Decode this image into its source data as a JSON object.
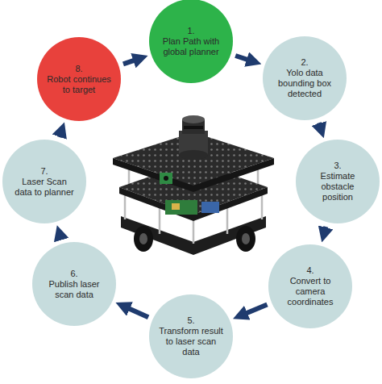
{
  "diagram": {
    "nodes": [
      {
        "text": [
          "1.",
          "Plan Path with global planner"
        ]
      },
      {
        "text": [
          "2.",
          "Yolo data bounding box detected"
        ]
      },
      {
        "text": [
          "3.",
          "Estimate obstacle position"
        ]
      },
      {
        "text": [
          "4.",
          "Convert to camera coordinates"
        ]
      },
      {
        "text": [
          "5.",
          "Transform result to laser scan data"
        ]
      },
      {
        "text": [
          "6.",
          "Publish laser scan data"
        ]
      },
      {
        "text": [
          "7.",
          "Laser Scan data to planner"
        ]
      },
      {
        "text": [
          "8.",
          "Robot continues to target"
        ]
      }
    ],
    "edges": [
      {
        "from": 0,
        "to": 1,
        "arrow": "to"
      },
      {
        "from": 1,
        "to": 2,
        "arrow": "to"
      },
      {
        "from": 2,
        "to": 3,
        "arrow": "to"
      },
      {
        "from": 3,
        "to": 4,
        "arrow": "to"
      },
      {
        "from": 4,
        "to": 5,
        "arrow": "to"
      },
      {
        "from": 5,
        "to": 6,
        "arrow": "to"
      },
      {
        "from": 6,
        "to": 7,
        "arrow": "to"
      },
      {
        "from": 7,
        "to": 0,
        "arrow": "to"
      }
    ]
  }
}
